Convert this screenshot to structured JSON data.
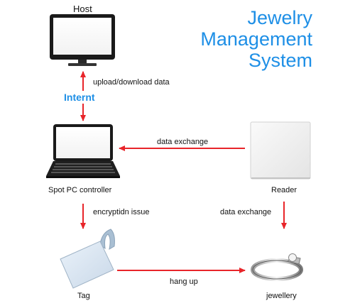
{
  "title": {
    "line1": "Jewelry",
    "line2": "Management",
    "line3": "System"
  },
  "nodes": {
    "host": "Host",
    "spot_pc": "Spot PC controller",
    "reader": "Reader",
    "tag": "Tag",
    "jewellery": "jewellery"
  },
  "network_label": "Internt",
  "links": {
    "host_pc": "upload/download data",
    "reader_pc": "data exchange",
    "pc_tag": "encryptidn issue",
    "reader_jewellery": "data exchange",
    "tag_jewellery": "hang up"
  },
  "colors": {
    "arrow": "#e8252a",
    "accent": "#1e8fe6"
  }
}
